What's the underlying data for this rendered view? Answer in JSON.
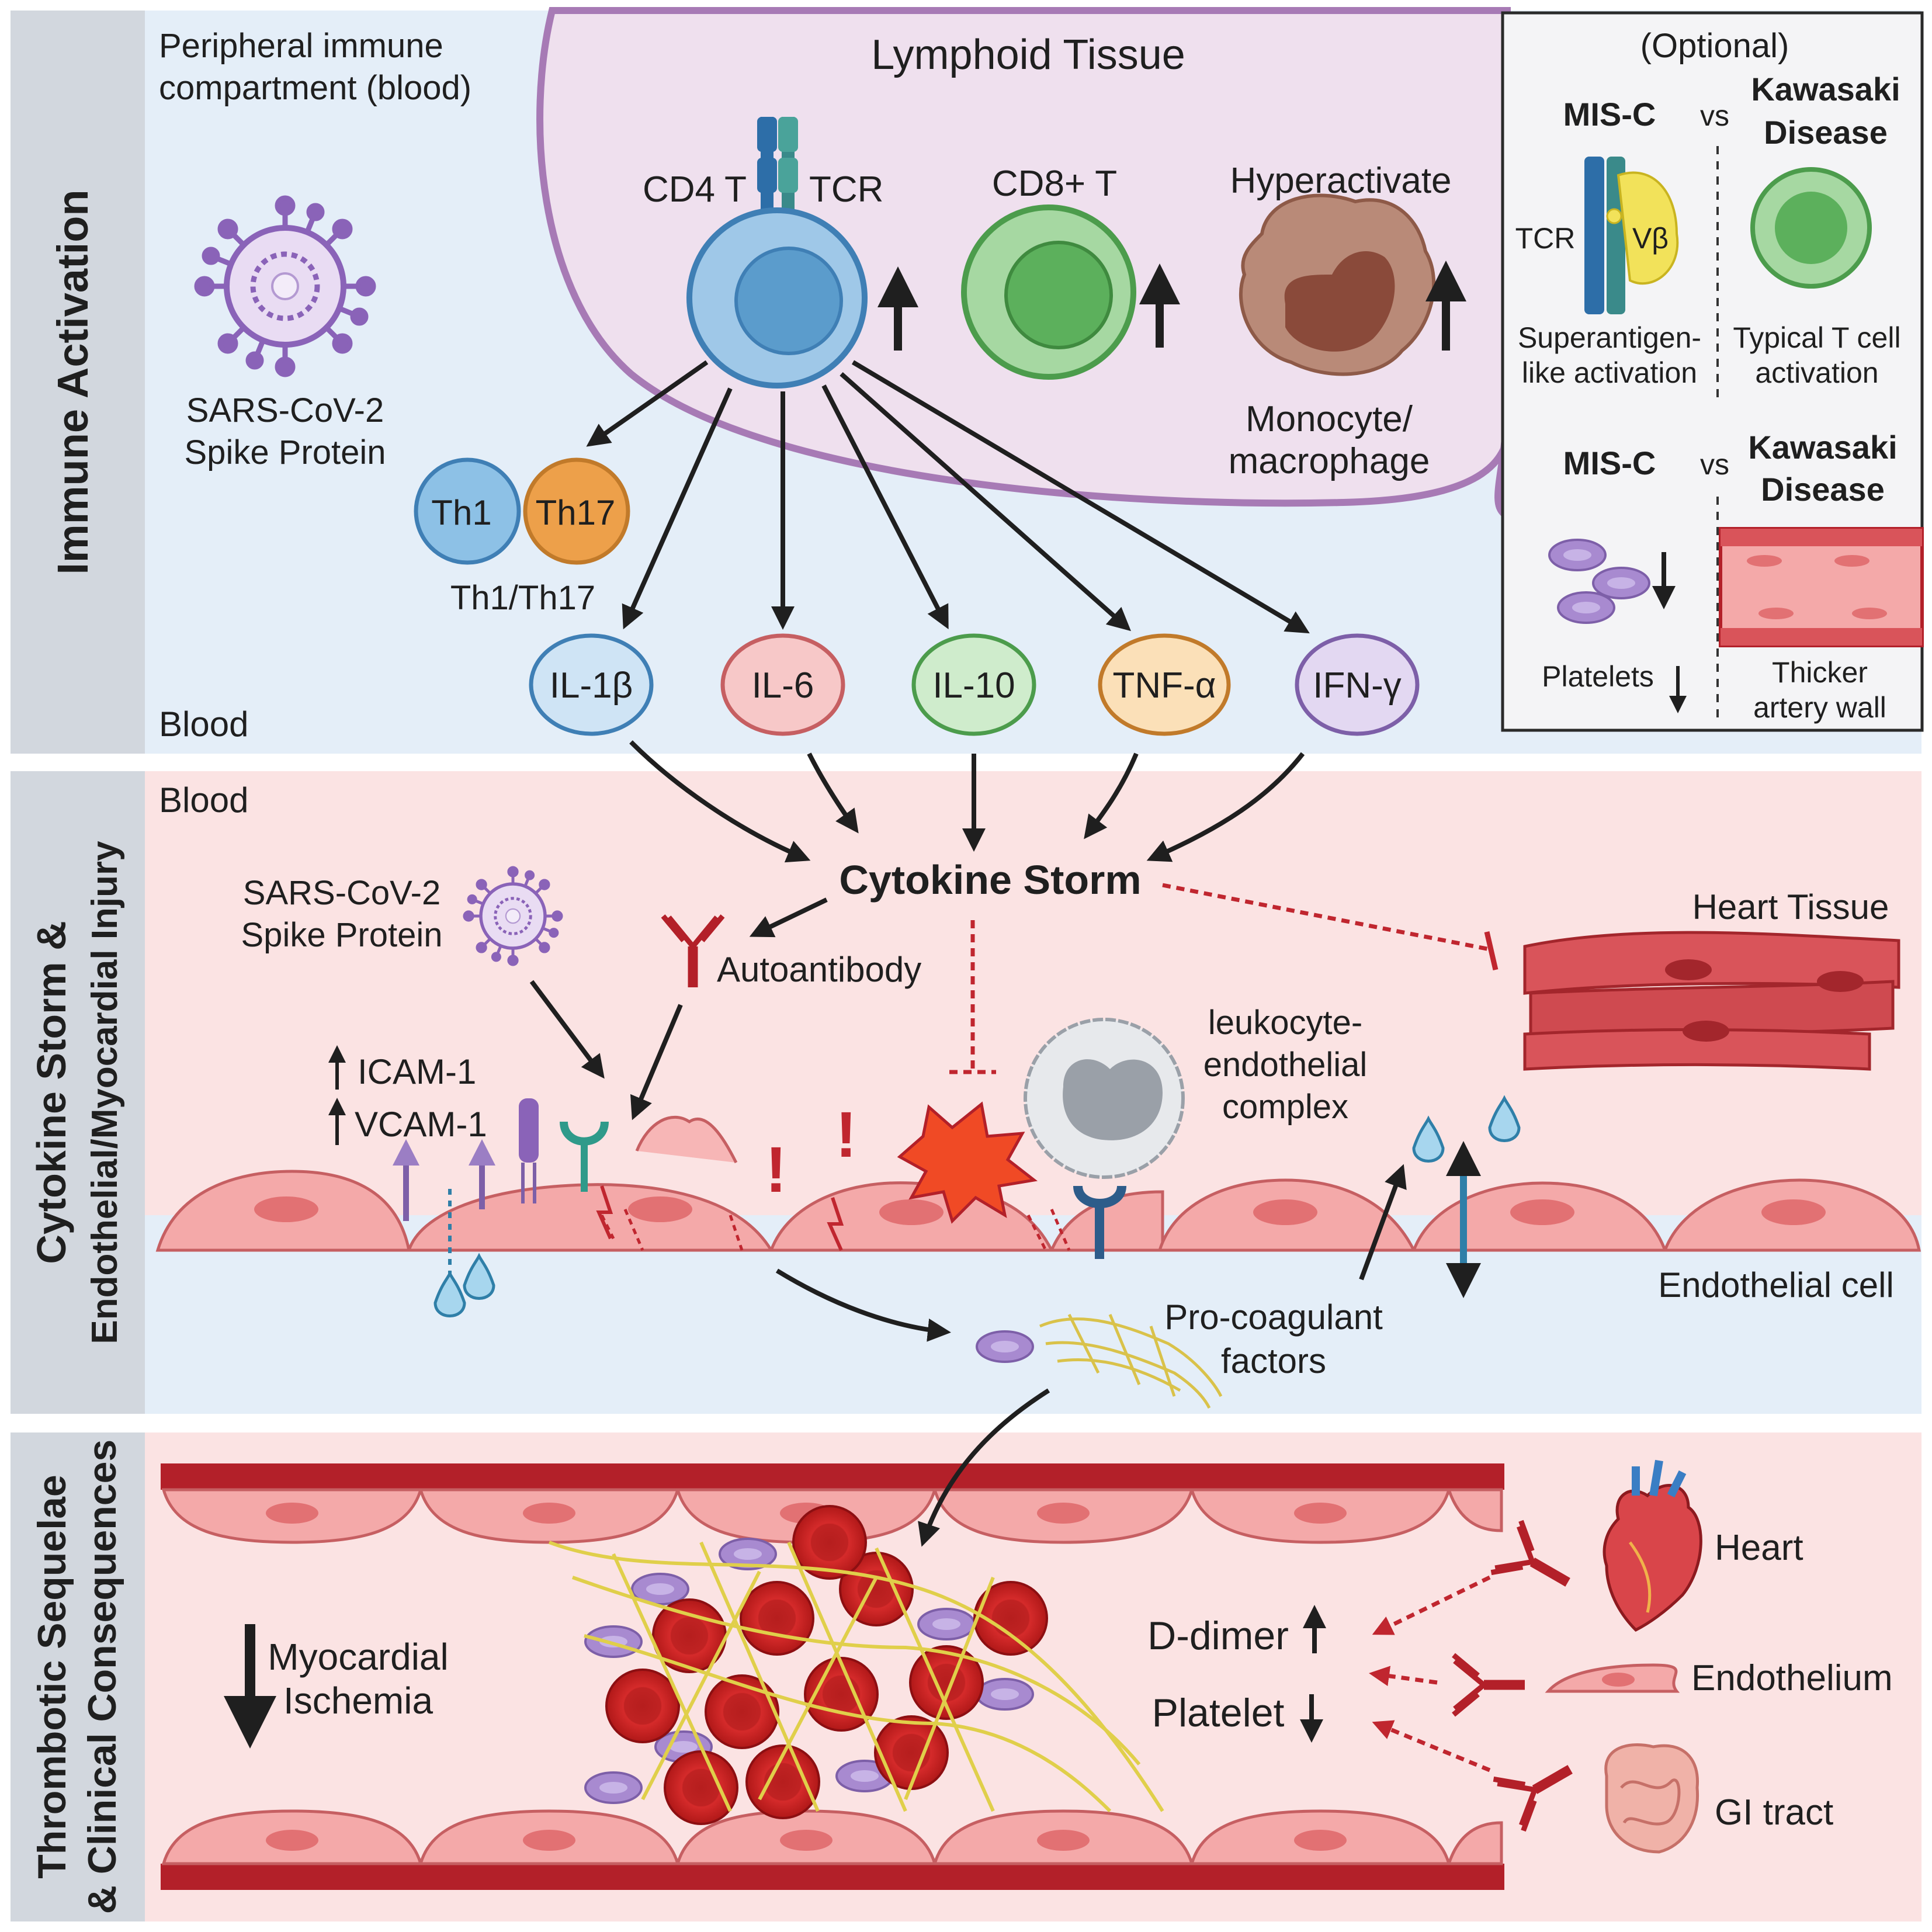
{
  "panel1": {
    "side_label": "Immune Activation",
    "compartment_line1": "Peripheral immune",
    "compartment_line2": "compartment (blood)",
    "blood_label": "Blood",
    "lymphoid_title": "Lymphoid Tissue",
    "virus_line1": "SARS-CoV-2",
    "virus_line2": "Spike Protein",
    "cd4_label": "CD4 T",
    "tcr_label": "TCR",
    "cd8_label": "CD8+ T",
    "hyper_label": "Hyperactivate",
    "mono_line1": "Monocyte/",
    "mono_line2": "macrophage",
    "th1": "Th1",
    "th17": "Th17",
    "th_caption": "Th1/Th17",
    "cytokines": [
      "IL-1β",
      "IL-6",
      "IL-10",
      "TNF-α",
      "IFN-γ"
    ]
  },
  "optional_box": {
    "title": "(Optional)",
    "misc": "MIS-C",
    "vs": "vs",
    "kd_line1": "Kawasaki",
    "kd_line2": "Disease",
    "tcr": "TCR",
    "vbeta": "Vβ",
    "super_line1": "Superantigen-",
    "super_line2": "like activation",
    "typical_line1": "Typical T cell",
    "typical_line2": "activation",
    "platelets": "Platelets",
    "thicker_line1": "Thicker",
    "thicker_line2": "artery wall"
  },
  "panel2": {
    "side_line1": "Cytokine Storm &",
    "side_line2": "Endothelial/Myocardial Injury",
    "blood_label": "Blood",
    "storm": "Cytokine Storm",
    "virus_line1": "SARS-CoV-2",
    "virus_line2": "Spike Protein",
    "autoantibody": "Autoantibody",
    "icam": "ICAM-1",
    "vcam": "VCAM-1",
    "heart_tissue": "Heart Tissue",
    "complex_line1": "leukocyte-",
    "complex_line2": "endothelial",
    "complex_line3": "complex",
    "procoag_line1": "Pro-coagulant",
    "procoag_line2": "factors",
    "endo_cell": "Endothelial cell"
  },
  "panel3": {
    "side_line1": "Thrombotic Sequelae",
    "side_line2": "& Clinical Consequences",
    "ischemia_line1": "Myocardial",
    "ischemia_line2": "Ischemia",
    "ddimer": "D-dimer",
    "platelet": "Platelet",
    "heart": "Heart",
    "endothelium": "Endothelium",
    "gi": "GI tract"
  },
  "colors": {
    "panel_blue": "#e4eef8",
    "panel_pink": "#fbe3e3",
    "lymphoid": "#efe0ee",
    "side_grey": "#d2d7de",
    "red_dark": "#b32029",
    "cd4": "#5b9ccc",
    "cd8": "#5cb05c",
    "th17": "#eda04a",
    "purple": "#9b7ec4"
  }
}
